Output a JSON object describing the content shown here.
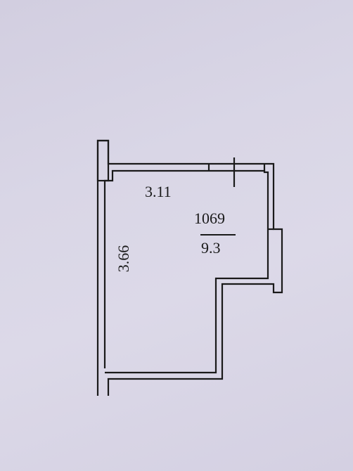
{
  "plan": {
    "width_dimension": "3.11",
    "height_dimension": "3.66",
    "room_number": "1069",
    "room_area": "9.3"
  },
  "colors": {
    "background": "#d9d6e6",
    "ink": "#1a1a1a"
  }
}
